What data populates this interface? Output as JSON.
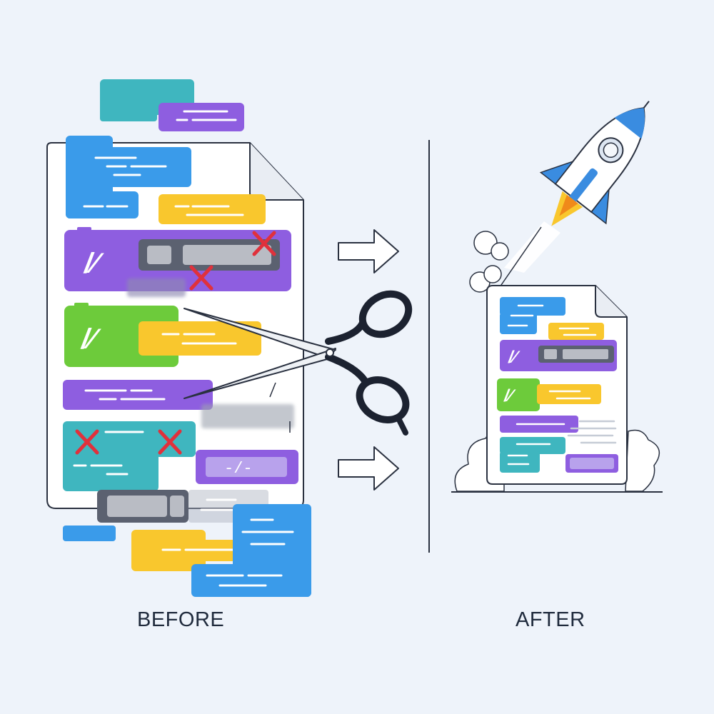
{
  "captions": {
    "before": "BEFORE",
    "after": "AFTER"
  },
  "colors": {
    "background": "#eef3fa",
    "teal": "#3fb6bf",
    "purple": "#8e5ee0",
    "blue": "#3a9bea",
    "yellow": "#f9c72d",
    "green": "#6dcb3b",
    "gray": "#6b7280",
    "removed_mark": "#e0313c",
    "outline": "#2a3140"
  },
  "icons": {
    "code_symbol": "/ /",
    "removal_mark": "x-mark",
    "transition_arrow": "arrow-right",
    "cut_tool": "scissors",
    "launch": "rocket"
  },
  "code_symbol_text": "/⁄",
  "slash_text": "-/-"
}
